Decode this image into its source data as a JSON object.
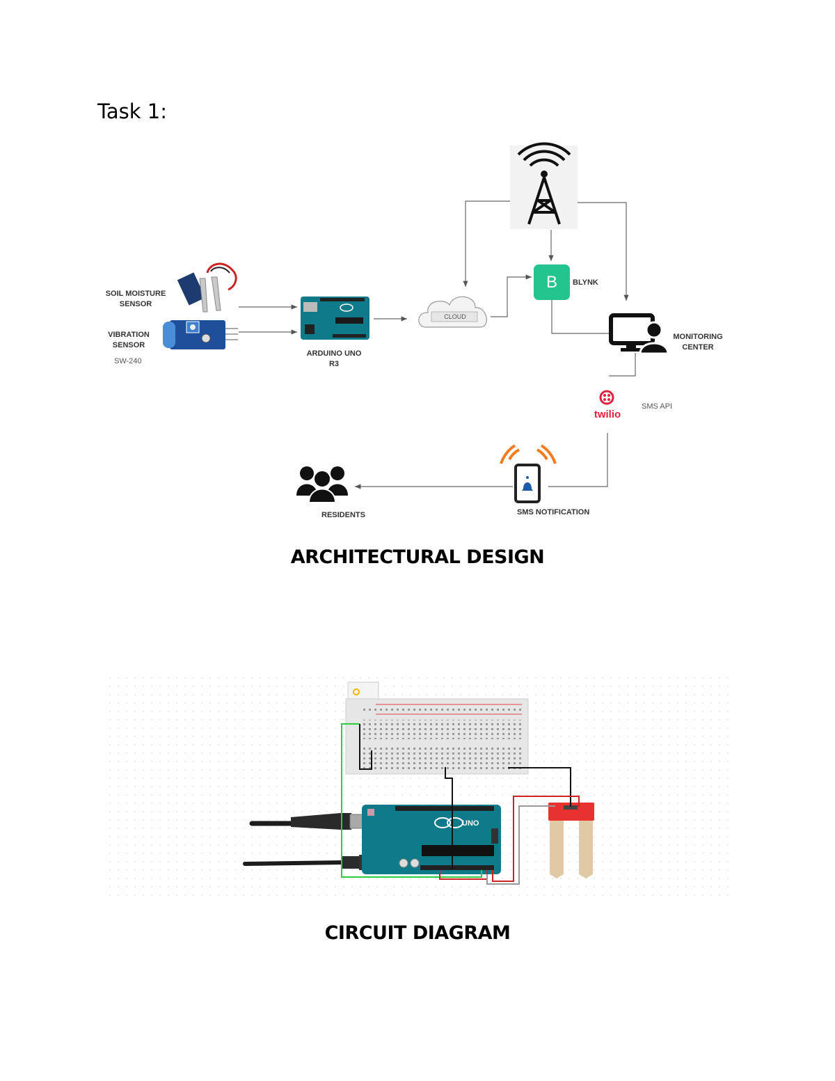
{
  "page": {
    "heading": "Task 1:"
  },
  "architecture": {
    "caption": "ARCHITECTURAL DESIGN",
    "labels": {
      "soil_sensor_line1": "SOIL MOISTURE",
      "soil_sensor_line2": "SENSOR",
      "vibration_line1": "VIBRATION",
      "vibration_line2": "SENSOR",
      "vibration_model": "SW-240",
      "arduino_line1": "ARDUINO UNO",
      "arduino_line2": "R3",
      "cloud": "CLOUD",
      "blynk_letter": "B",
      "blynk": "BLYNK",
      "monitoring_line1": "MONITORING",
      "monitoring_line2": "CENTER",
      "twilio": "twilio",
      "sms_api": "SMS API",
      "sms_notification": "SMS NOTIFICATION",
      "residents": "RESIDENTS"
    },
    "colors": {
      "blynk": "#23c48e",
      "twilio": "#e31e3e",
      "signal_waves": "#f47b20",
      "arduino_board": "#0f7a8a"
    },
    "icons": [
      "tower-icon",
      "cloud-icon",
      "monitor-user-icon",
      "phone-bell-icon",
      "residents-icon",
      "twilio-logo"
    ]
  },
  "circuit": {
    "caption": "CIRCUIT DIAGRAM",
    "board_text": "UNO",
    "colors": {
      "green_wire": "#2ecc40",
      "red_wire": "#cc2222",
      "black_wire": "#111111",
      "gray_wire": "#999999",
      "sensor": "#e8322f"
    }
  }
}
